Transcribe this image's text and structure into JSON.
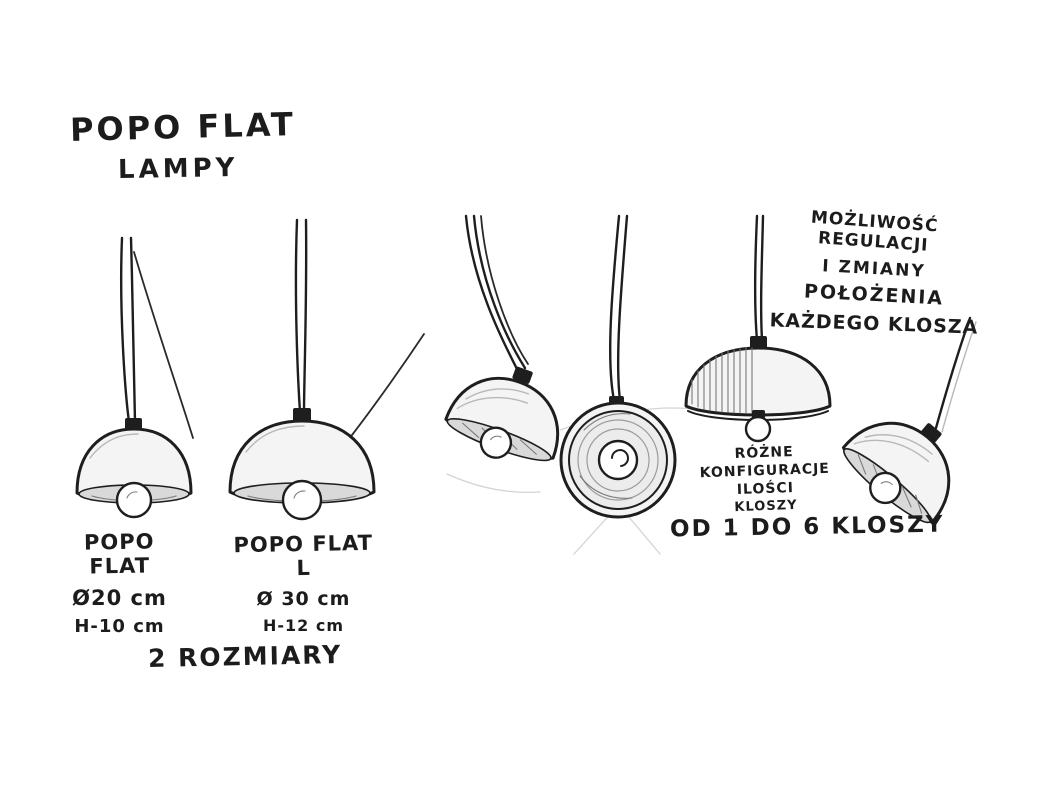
{
  "colors": {
    "ink": "#1c1c1c",
    "background": "#ffffff",
    "shade_fill": "#f4f4f4",
    "opening_fill": "#d9d9d9"
  },
  "title": {
    "line1": "POPO FLAT",
    "line2": "LAMPY"
  },
  "lamp_small": {
    "name": "POPO FLAT",
    "diameter": "Ø20 cm",
    "height": "H-10 cm"
  },
  "lamp_large": {
    "name": "POPO FLAT L",
    "diameter": "Ø 30 cm",
    "height": "H-12 cm"
  },
  "sizes_note": "2 ROZMIARY",
  "adjustability_note": {
    "line1": "MOŻLIWOŚĆ REGULACJI",
    "line2": "I ZMIANY",
    "line3": "POŁOŻENIA",
    "line4": "KAŻDEGO KLOSZA"
  },
  "configurations_note": {
    "line1": "RÓŻNE",
    "line2": "KONFIGURACJE",
    "line3": "ILOŚCI",
    "line4": "KLOSZY"
  },
  "count_note": "OD 1 DO 6 KLOSZY"
}
